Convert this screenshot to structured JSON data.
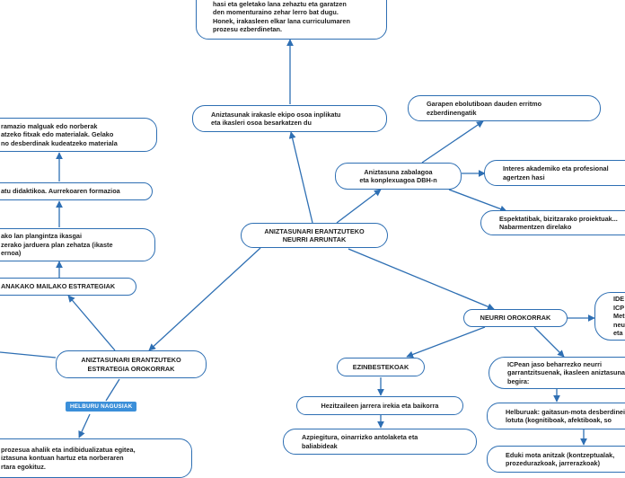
{
  "colors": {
    "edge": "#2e6fb3",
    "node_border": "#2e6fb3",
    "badge_bg": "#3b8fd9"
  },
  "nodes": {
    "root": "ANIZTASUNARI ERANTZUTEKO\nNEURRI ARRUNTAK",
    "curriculum": "Curriculum Proiektuaren elaboraperietik\nhasi eta geletako lana zehaztu eta garatzen\nden momenturaino zehar lerro bat dugu.\nHonek, irakasleen elkar lana curriculumaren\nprozesu ezberdinetan.",
    "teamwork": "Aniztasunak irakasle ekipo osoa inplikatu\neta ikasleri osoa besarkatzen du",
    "broader": "Aniztasuna zabalagoa\neta konplexuagoa DBH-n",
    "development": "Garapen ebolutiboan dauden erritmo\nezberdinengatik",
    "interests": "Interes akademiko eta profesional\nagertzen hasi",
    "expectations": "Espektatibak, bizitzarako proiektuak...\nNabarmentzen direlako",
    "general_measures": "NEURRI OROKORRAK",
    "ide_partial": "IDE\nICP\nMet\nneu\neta",
    "essential": "EZINBESTEKOAK",
    "teacher_attitude": "Hezitzaileen jarrera irekia eta baikorra",
    "flexibility": "Azpiegitura, oinarrizko antolaketa eta\nbaliabideak",
    "icp_measures": "ICPean jaso beharrezko neurri\ngarrantzitsuenak, ikasleen aniztasunari\nbegira:",
    "objectives": "Helburuak: gaitasun-mota desberdinei\nlotuta (kognitiboak, afektiboak, so",
    "content_types": "Eduki mota anitzak (kontzeptualak,\nprozedurazkoak, jarrerazkoak)",
    "strategy": "ANIZTASUNARI ERANTZUTEKO\nESTRATEGIA OROKORRAK",
    "classroom_level": "ANAKAKO MAILAKO ESTRATEGIAK",
    "planning": "ako lan plangintza ikasgai\nzerako jarduera plan zehatza (ikaste\nernoa)",
    "didactic": "atu didaktikoa. Aurrekoaren formazioa",
    "training": "ramazio malguak edo norberak\natzeko fitxak edo materialak. Gelako\nno desberdinak kudeatzeko materiala",
    "individual": "prozesua ahalik eta indibidualizatua egitea,\niztasuna kontuan hartuz eta norberaren\nrtara egokituz."
  },
  "badge": {
    "label": "HELBURU NAGUSIAK"
  }
}
